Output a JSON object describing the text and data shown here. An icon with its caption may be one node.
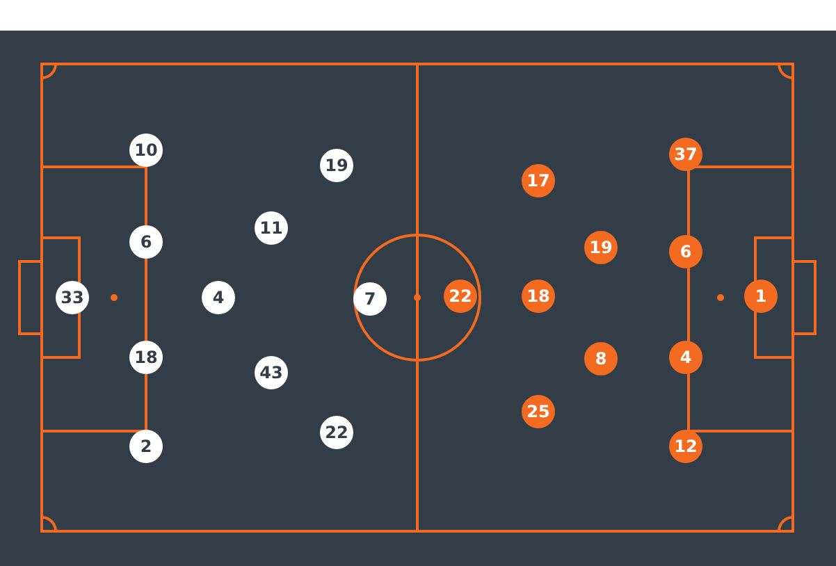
{
  "diagram": {
    "nodes": [
      {
        "text": [
          "10"
        ]
      },
      {
        "text": [
          "19"
        ]
      },
      {
        "text": [
          "11"
        ]
      },
      {
        "text": [
          "6"
        ]
      },
      {
        "text": [
          "33"
        ]
      },
      {
        "text": [
          "4"
        ]
      },
      {
        "text": [
          "7"
        ]
      },
      {
        "text": [
          "18"
        ]
      },
      {
        "text": [
          "43"
        ]
      },
      {
        "text": [
          "22"
        ]
      },
      {
        "text": [
          "2"
        ]
      },
      {
        "text": [
          "37"
        ]
      },
      {
        "text": [
          "17"
        ]
      },
      {
        "text": [
          "19"
        ]
      },
      {
        "text": [
          "6"
        ]
      },
      {
        "text": [
          "22"
        ]
      },
      {
        "text": [
          "18"
        ]
      },
      {
        "text": [
          "1"
        ]
      },
      {
        "text": [
          "8"
        ]
      },
      {
        "text": [
          "4"
        ]
      },
      {
        "text": [
          "25"
        ]
      },
      {
        "text": [
          "12"
        ]
      }
    ]
  }
}
